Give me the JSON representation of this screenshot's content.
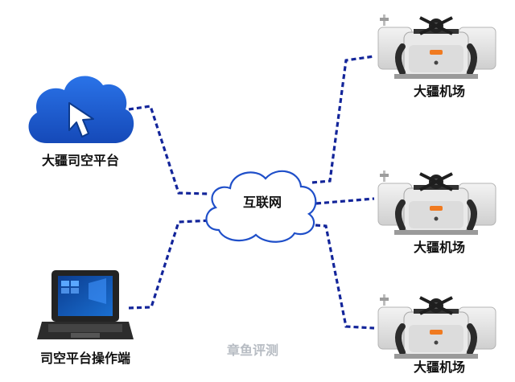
{
  "nodes": {
    "cloud_platform": {
      "label": "大疆司空平台",
      "icon": "cloud-cursor-icon"
    },
    "internet": {
      "label": "互联网",
      "icon": "cloud-outline-icon"
    },
    "laptop_terminal": {
      "label": "司空平台操作端",
      "icon": "rugged-laptop-icon"
    },
    "docks": [
      {
        "label": "大疆机场",
        "icon": "drone-dock-icon"
      },
      {
        "label": "大疆机场",
        "icon": "drone-dock-icon"
      },
      {
        "label": "大疆机场",
        "icon": "drone-dock-icon"
      }
    ]
  },
  "watermark": "章鱼评测",
  "colors": {
    "link": "#13259a",
    "cloud_blue": "#1a5fd0",
    "internet_outline": "#1f4fc9",
    "dock_accent": "#f07a20"
  }
}
